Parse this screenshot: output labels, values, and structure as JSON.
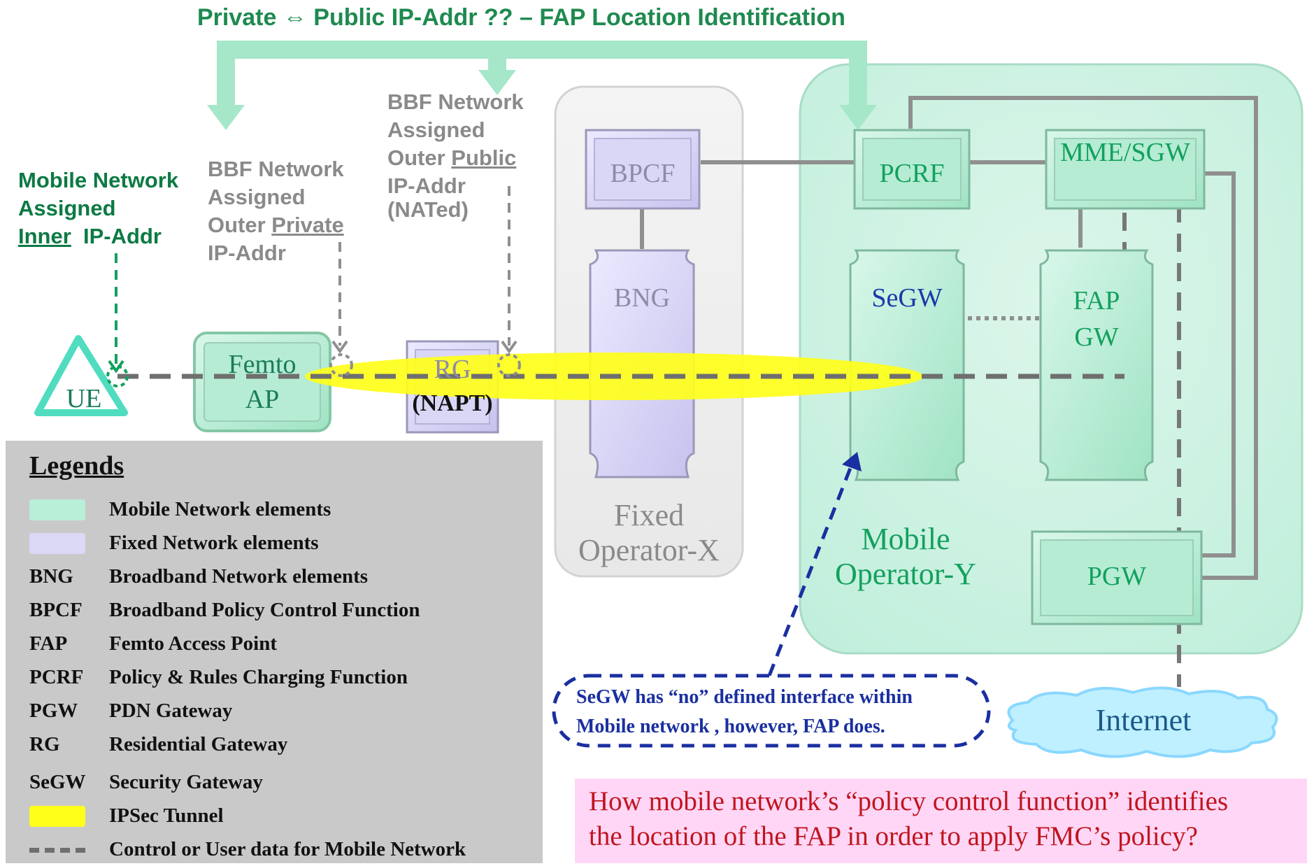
{
  "title": "Private ⇔ Public IP-Addr ?? – FAP Location Identification",
  "labels": {
    "mobile_inner": {
      "line1": "Mobile Network",
      "line2": "Assigned",
      "line3_u": "Inner",
      "line3_rest": "  IP-Addr"
    },
    "outer_private": {
      "line1": "BBF Network",
      "line2": "Assigned",
      "line3_pre": "Outer ",
      "line3_u": "Private",
      "line4": "IP-Addr"
    },
    "outer_public": {
      "line1": "BBF Network",
      "line2": "Assigned",
      "line3_pre": "Outer ",
      "line3_u": "Public",
      "line4": "IP-Addr",
      "line5": "(NATed)"
    }
  },
  "nodes": {
    "ue": "UE",
    "femto_line1": "Femto",
    "femto_line2": "AP",
    "rg": "RG",
    "napt": "(NAPT)",
    "bpcf": "BPCF",
    "bng": "BNG",
    "pcrf": "PCRF",
    "mme_sgw": "MME/SGW",
    "segw": "SeGW",
    "fap_gw_line1": "FAP",
    "fap_gw_line2": "GW",
    "pgw": "PGW",
    "internet": "Internet"
  },
  "operators": {
    "fixed_line1": "Fixed",
    "fixed_line2": "Operator-X",
    "mobile_line1": "Mobile",
    "mobile_line2": "Operator-Y"
  },
  "callout": {
    "line1": "SeGW has “no” defined interface within",
    "line2": "Mobile network , however, FAP does."
  },
  "question": {
    "line1": "How mobile network’s “policy control function” identifies",
    "line2": "the location of the FAP  in order to apply FMC’s policy?"
  },
  "legend": {
    "title": "Legends",
    "rows": [
      {
        "key": "",
        "swatch": "mobile",
        "desc": "Mobile Network elements"
      },
      {
        "key": "",
        "swatch": "fixed",
        "desc": "Fixed Network elements"
      },
      {
        "key": "BNG",
        "swatch": "",
        "desc": "Broadband Network elements"
      },
      {
        "key": "BPCF",
        "swatch": "",
        "desc": "Broadband Policy  Control Function"
      },
      {
        "key": "FAP",
        "swatch": "",
        "desc": "Femto Access Point"
      },
      {
        "key": "PCRF",
        "swatch": "",
        "desc": "Policy & Rules Charging Function"
      },
      {
        "key": "PGW",
        "swatch": "",
        "desc": "PDN Gateway"
      },
      {
        "key": "RG",
        "swatch": "",
        "desc": "Residential Gateway"
      },
      {
        "key": "SeGW",
        "swatch": "",
        "desc": "Security Gateway"
      },
      {
        "key": "",
        "swatch": "ipsec",
        "desc": "IPSec Tunnel"
      },
      {
        "key": "",
        "swatch": "dashed",
        "desc": "Control or User data for Mobile Network"
      }
    ]
  },
  "colors": {
    "mobile_fill": "#b9efd8",
    "fixed_fill": "#dcd9f7",
    "title_green": "#1e8a4f",
    "arrow_green": "#a6e7c9",
    "ipsec_yellow": "#ffff1a",
    "callout_blue": "#1a2fa0",
    "question_red": "#c0141e",
    "question_bg": "#ffd6f5"
  }
}
